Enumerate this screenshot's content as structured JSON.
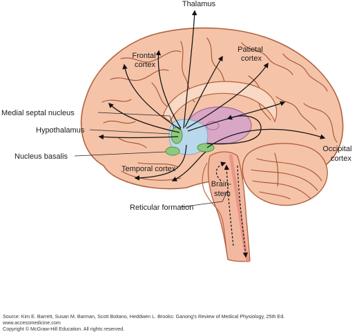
{
  "labels": {
    "thalamus": "Thalamus",
    "frontal_cortex": [
      "Frontal",
      "cortex"
    ],
    "parietal_cortex": [
      "Patietal",
      "cortex"
    ],
    "medial_septal_nucleus": "Medial septal nucleus",
    "hypothalamus": "Hypothalamus",
    "nucleus_basalis": "Nucleus basalis",
    "temporal_cortex": "Temporal cortex",
    "occipital_cortex": [
      "Occipital",
      "cortex"
    ],
    "brain_stem": [
      "Brain-",
      "stem"
    ],
    "reticular_formation": "Reticular formation"
  },
  "caption": {
    "source": "Source: Kim E. Barrett, Susan M. Barman, Scott Boitano, Heddwen L. Brooks: Ganong's Review of Medical Physiology, 25th Ed.",
    "website": "www.accessmedicine.com",
    "copyright": "Copyright © McGraw-Hill Education.  All rights reserved."
  },
  "colors": {
    "brain_fill": "#f5c3a8",
    "brain_outline": "#b0603c",
    "thalamus": "#d9a6c6",
    "hypothalamus_region": "#b9d8ec",
    "cholinergic_nuclei": "#8fc97f",
    "brainstem": "#f3b8a0"
  }
}
